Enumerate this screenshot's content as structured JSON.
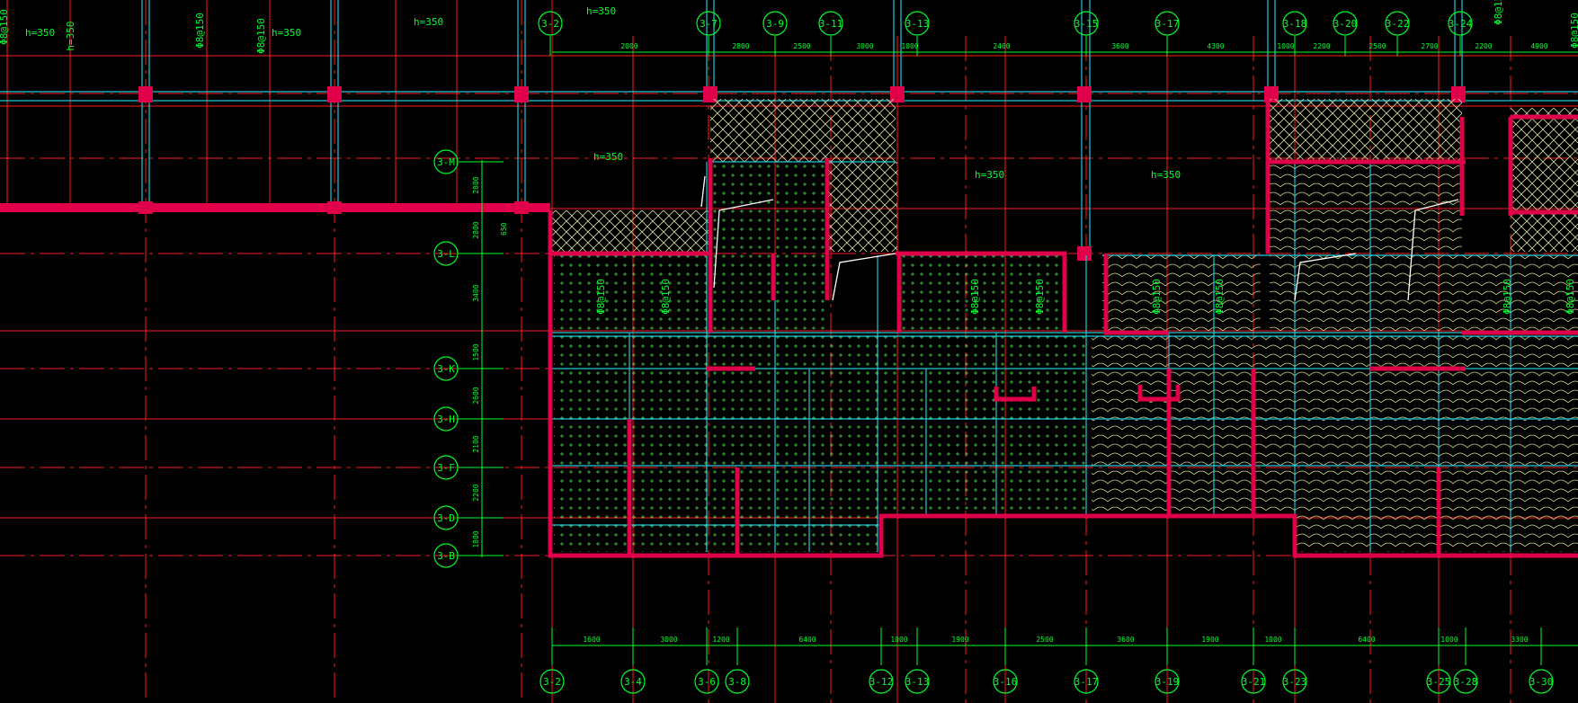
{
  "colors": {
    "background": "#000000",
    "axis_red": "#ff1a1a",
    "wall_cyan": "#22c8d8",
    "dim_green": "#00ff2a",
    "wall_fill": "#e0004a",
    "hatch": "#cfd8a0"
  },
  "axes_top": [
    "3-2",
    "3-7",
    "3-9",
    "3-11",
    "3-13",
    "3-15",
    "3-17",
    "3-18",
    "3-20",
    "3-22",
    "3-24"
  ],
  "axes_bottom": [
    "3-2",
    "3-4",
    "3-6",
    "3-8",
    "3-12",
    "3-13",
    "3-16",
    "3-17",
    "3-19",
    "3-21",
    "3-23",
    "3-25",
    "3-28",
    "3-30"
  ],
  "axes_left": [
    "3-M",
    "3-L",
    "3-K",
    "3-H",
    "3-F",
    "3-D",
    "3-B"
  ],
  "dims_top": [
    "2000",
    "2800",
    "2500",
    "3000",
    "1000",
    "2400",
    "3600",
    "4300",
    "1000",
    "2200",
    "2500",
    "2700",
    "2200",
    "4900"
  ],
  "dims_bottom": [
    "1600",
    "3000",
    "1200",
    "6400",
    "1000",
    "1900",
    "2500",
    "3600",
    "1900",
    "1000",
    "6400",
    "1000",
    "3300"
  ],
  "dims_left": [
    "2800",
    "2800",
    "3400",
    "1500",
    "2600",
    "2100",
    "2200",
    "1800"
  ],
  "slab_labels": [
    "h=350",
    "h=350",
    "h=350",
    "h=350",
    "h=350",
    "h=350",
    "h=350"
  ],
  "rot_labels": [
    "Φ8@150",
    "h=350",
    "Φ8@150",
    "Φ8@150",
    "Φ8@150",
    "Φ8@150",
    "Φ8@150",
    "Φ8@150",
    "Φ8@150",
    "Φ8@150",
    "Φ8@150",
    "Φ8@150",
    "Φ8@150",
    "Φ8@150"
  ],
  "side_dim": "650"
}
